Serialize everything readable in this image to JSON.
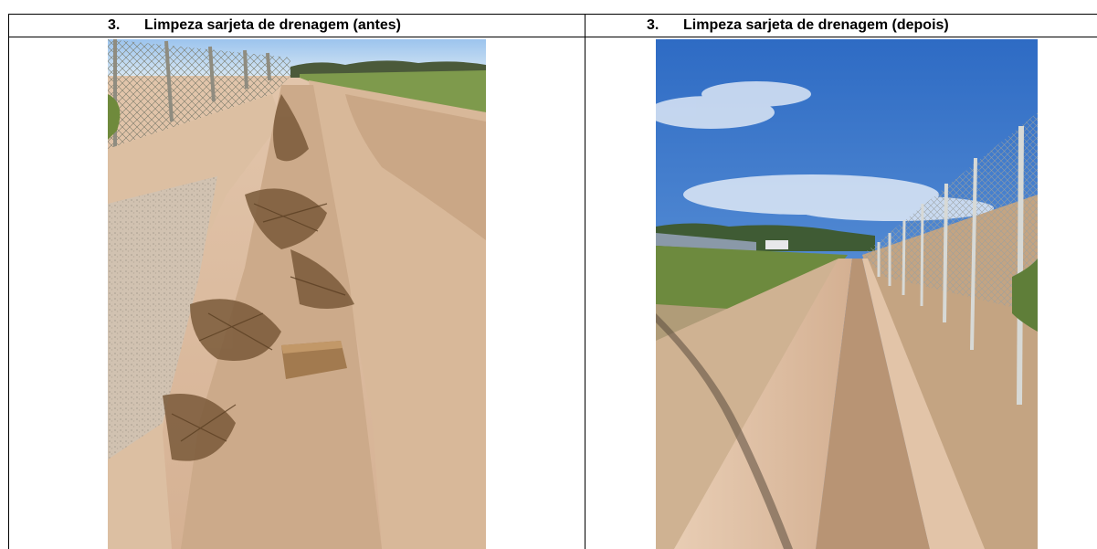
{
  "table": {
    "left_header": {
      "number": "3.",
      "title": "Limpeza sarjeta de drenagem (antes)"
    },
    "right_header": {
      "number": "3.",
      "title": "Limpeza sarjeta de drenagem (depois)"
    }
  },
  "colors": {
    "border": "#000000",
    "sand": "#d9b89a",
    "sky": "#3f7fd0",
    "grass": "#6f8f3a"
  }
}
